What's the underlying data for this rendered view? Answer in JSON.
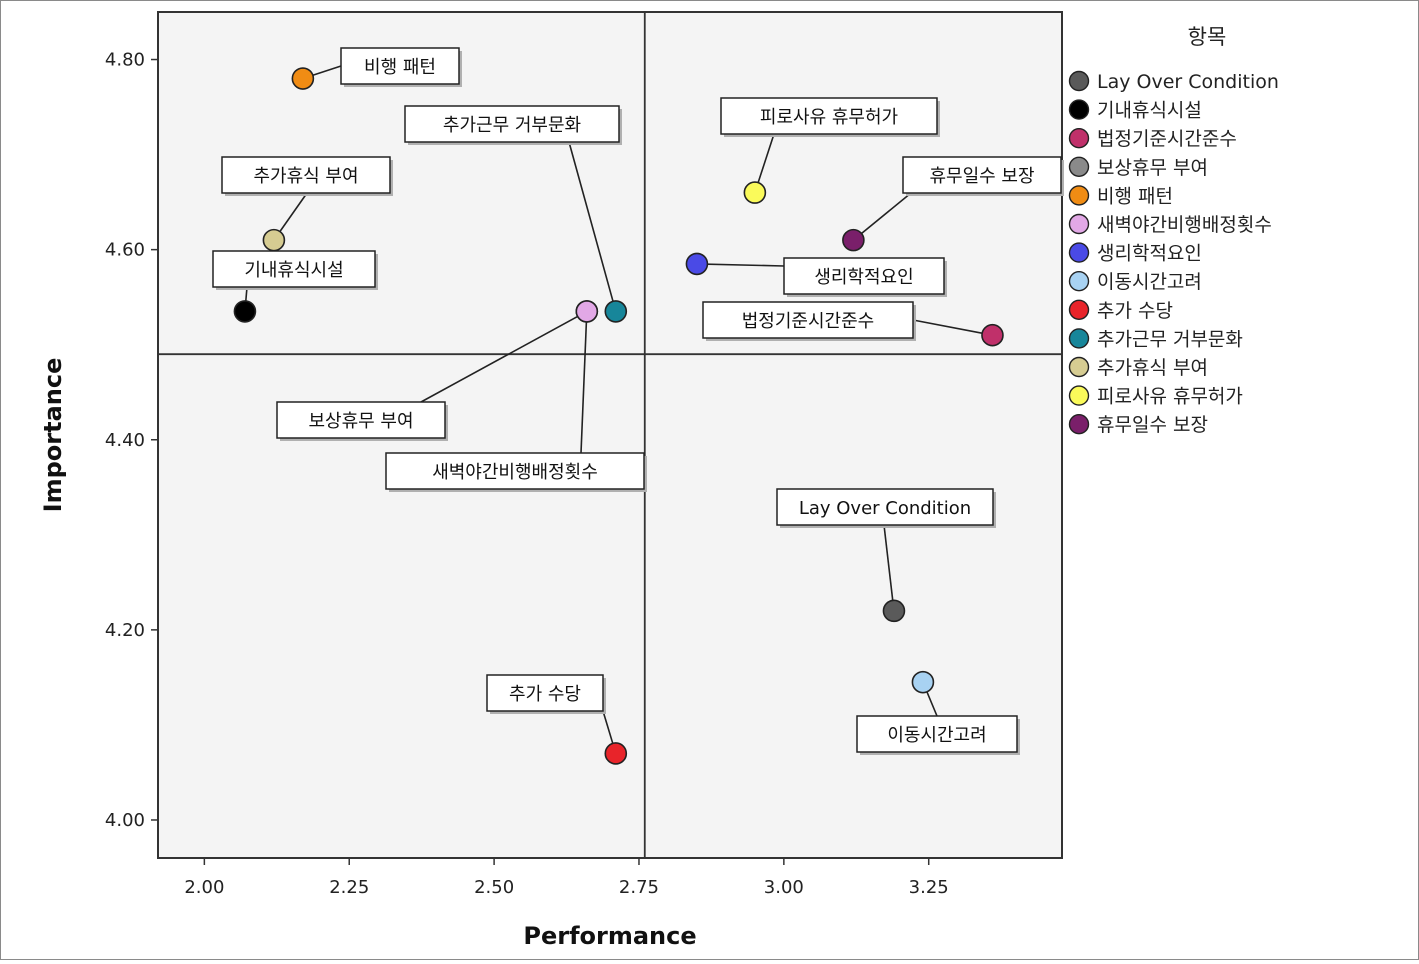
{
  "chart_data": {
    "type": "scatter",
    "xlabel": "Performance",
    "ylabel": "Importance",
    "xlim": [
      1.92,
      3.48
    ],
    "ylim": [
      3.96,
      4.85
    ],
    "x_ticks": [
      "2.00",
      "2.25",
      "2.50",
      "2.75",
      "3.00",
      "3.25"
    ],
    "y_ticks": [
      "4.00",
      "4.20",
      "4.40",
      "4.60",
      "4.80"
    ],
    "reference_lines": {
      "x": 2.76,
      "y": 4.49
    },
    "legend_title": "항목",
    "legend_position": "right",
    "points": [
      {
        "name": "Lay Over Condition",
        "x": 3.19,
        "y": 4.22,
        "color": "#5a5a5a"
      },
      {
        "name": "기내휴식시설",
        "x": 2.07,
        "y": 4.535,
        "color": "#000000"
      },
      {
        "name": "법정기준시간준수",
        "x": 3.36,
        "y": 4.51,
        "color": "#c0306a"
      },
      {
        "name": "보상휴무 부여",
        "x": 2.66,
        "y": 4.535,
        "color": "#e2a8e6"
      },
      {
        "name": "비행 패턴",
        "x": 2.17,
        "y": 4.78,
        "color": "#f08c14"
      },
      {
        "name": "새벽야간비행배정횟수",
        "x": 2.66,
        "y": 4.535,
        "color": "#e2a8e6"
      },
      {
        "name": "생리학적요인",
        "x": 2.85,
        "y": 4.585,
        "color": "#4a4ae6"
      },
      {
        "name": "이동시간고려",
        "x": 3.24,
        "y": 4.145,
        "color": "#a8d2f2"
      },
      {
        "name": "추가 수당",
        "x": 2.71,
        "y": 4.07,
        "color": "#e8242a"
      },
      {
        "name": "추가근무 거부문화",
        "x": 2.71,
        "y": 4.535,
        "color": "#17869a"
      },
      {
        "name": "추가휴식 부여",
        "x": 2.12,
        "y": 4.61,
        "color": "#d6cc92"
      },
      {
        "name": "피로사유 휴무허가",
        "x": 2.95,
        "y": 4.66,
        "color": "#fafa5a"
      },
      {
        "name": "휴무일수 보장",
        "x": 3.12,
        "y": 4.61,
        "color": "#7a1f6a"
      }
    ],
    "legend": [
      {
        "name": "Lay Over Condition",
        "color": "#5a5a5a"
      },
      {
        "name": "기내휴식시설",
        "color": "#000000"
      },
      {
        "name": "법정기준시간준수",
        "color": "#c0306a"
      },
      {
        "name": "보상휴무 부여",
        "color": "#8a8a8a"
      },
      {
        "name": "비행 패턴",
        "color": "#f08c14"
      },
      {
        "name": "새벽야간비행배정횟수",
        "color": "#e2a8e6"
      },
      {
        "name": "생리학적요인",
        "color": "#4a4ae6"
      },
      {
        "name": "이동시간고려",
        "color": "#a8d2f2"
      },
      {
        "name": "추가 수당",
        "color": "#e8242a"
      },
      {
        "name": "추가근무 거부문화",
        "color": "#17869a"
      },
      {
        "name": "추가휴식 부여",
        "color": "#d6cc92"
      },
      {
        "name": "피로사유 휴무허가",
        "color": "#fafa5a"
      },
      {
        "name": "휴무일수 보장",
        "color": "#7a1f6a"
      }
    ]
  }
}
